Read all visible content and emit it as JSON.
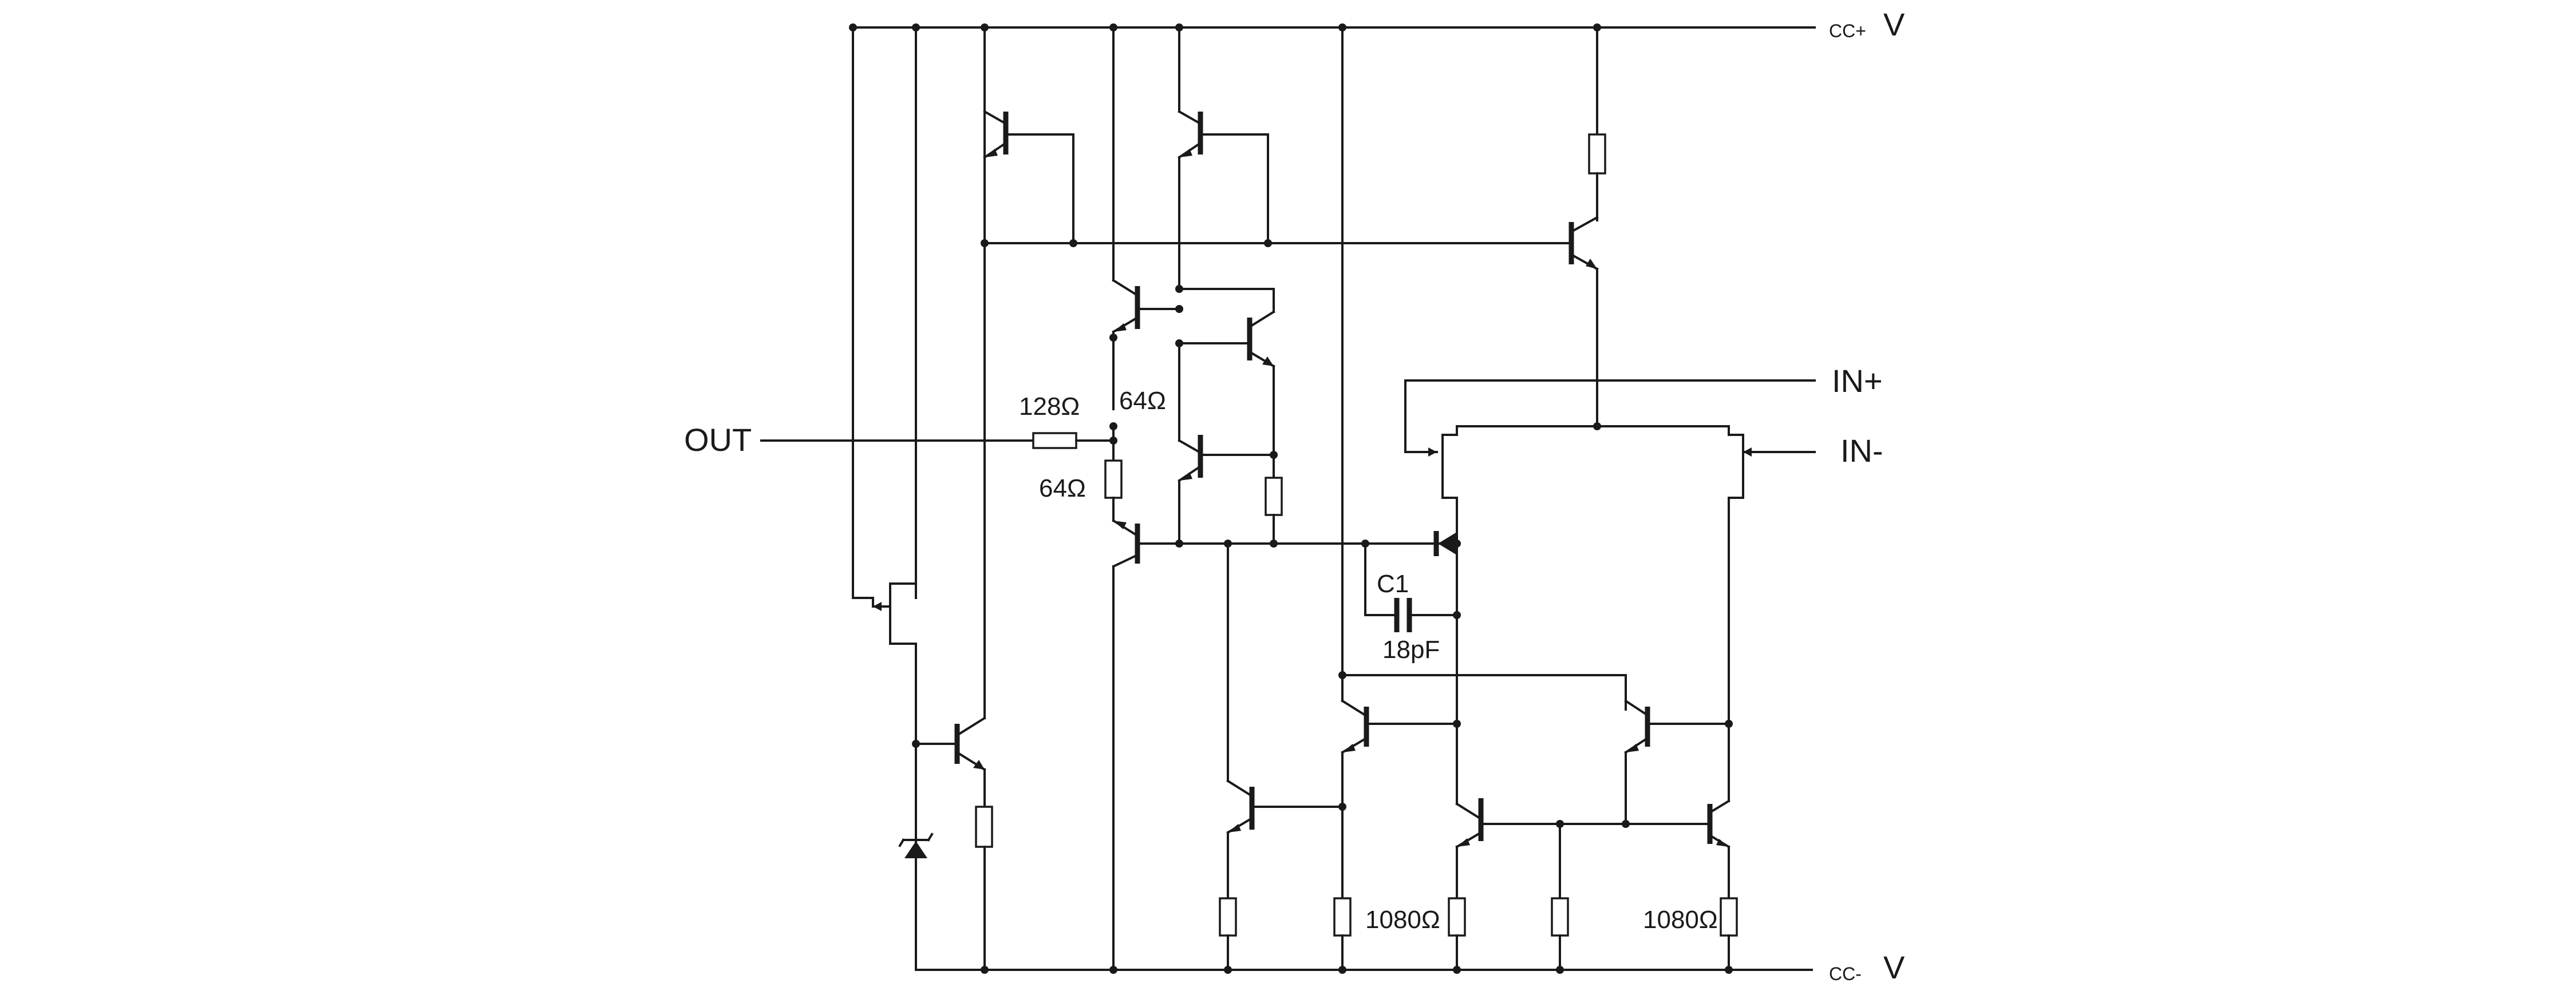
{
  "rails": {
    "vcc_plus": "V",
    "vcc_plus_sub": "CC+",
    "vcc_minus": "V",
    "vcc_minus_sub": "CC-"
  },
  "terminals": {
    "out": "OUT",
    "in_plus": "IN+",
    "in_minus": "IN-"
  },
  "resistors": {
    "r_out": "128Ω",
    "r_upper": "64Ω",
    "r_lower": "64Ω",
    "r_tail_left": "1080Ω",
    "r_tail_right": "1080Ω"
  },
  "capacitor": {
    "name": "C1",
    "value": "18pF"
  }
}
